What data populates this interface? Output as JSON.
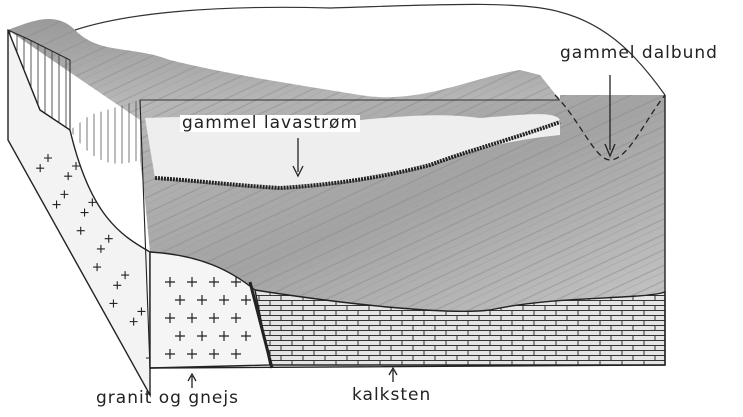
{
  "labels": {
    "old_valley_floor": "gammel dalbund",
    "old_lava_flow": "gammel lavastrøm",
    "granite_gneiss": "granit og gnejs",
    "limestone": "kalksten"
  }
}
